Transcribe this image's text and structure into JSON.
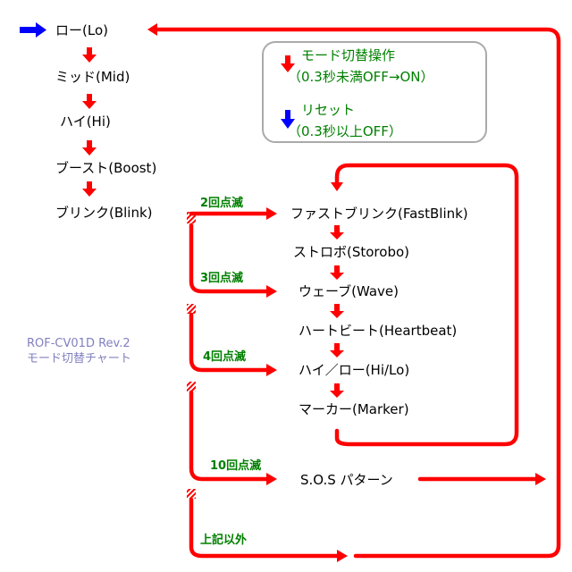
{
  "modes": {
    "lo": "ロー(Lo)",
    "mid": "ミッド(Mid)",
    "hi": "ハイ(Hi)",
    "boost": "ブースト(Boost)",
    "blink": "ブリンク(Blink)",
    "fastblink": "ファストブリンク(FastBlink)",
    "storobo": "ストロボ(Storobo)",
    "wave": "ウェーブ(Wave)",
    "heartbeat": "ハートビート(Heartbeat)",
    "hilo": "ハイ／ロー(Hi/Lo)",
    "marker": "マーカー(Marker)",
    "sos": "S.O.S パターン"
  },
  "branches": {
    "blink2": "2回点滅",
    "blink3": "3回点滅",
    "blink4": "4回点滅",
    "blink10": "10回点滅",
    "other": "上記以外"
  },
  "legend": {
    "mode_switch_title": "モード切替操作",
    "mode_switch_detail": "（0.3秒未満OFF→ON）",
    "reset_title": "リセット",
    "reset_detail": "（0.3秒以上OFF）"
  },
  "note": {
    "line1": "ROF-CV01D Rev.2",
    "line2": "モード切替チャート"
  },
  "colors": {
    "flow": "#ff0000",
    "reset_arrow": "#0000ff",
    "label": "#008000",
    "note": "#8080c0",
    "legend_border": "#aaaaaa"
  }
}
